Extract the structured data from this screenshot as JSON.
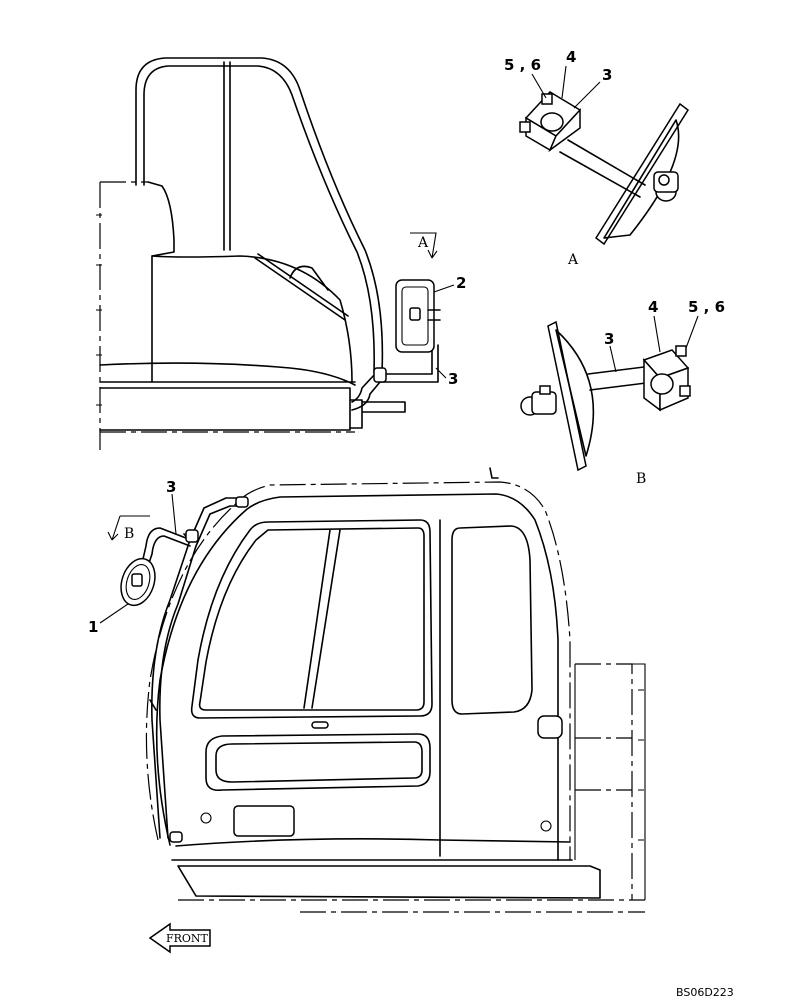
{
  "callouts": {
    "part_1": "1",
    "part_2": "2",
    "part_3_top_right": "3",
    "part_3_side": "3",
    "part_3_view_b": "3",
    "part_3_front": "3",
    "part_4_view_a": "4",
    "part_4_view_b": "4",
    "part_5_6_view_a": "5 , 6",
    "part_5_6_view_b": "5 , 6"
  },
  "views": {
    "a_arrow_label": "A",
    "a_detail_label": "A",
    "b_arrow_label": "B",
    "b_detail_label": "B"
  },
  "front_label": "FRONT",
  "drawing_code": "BS06D223"
}
